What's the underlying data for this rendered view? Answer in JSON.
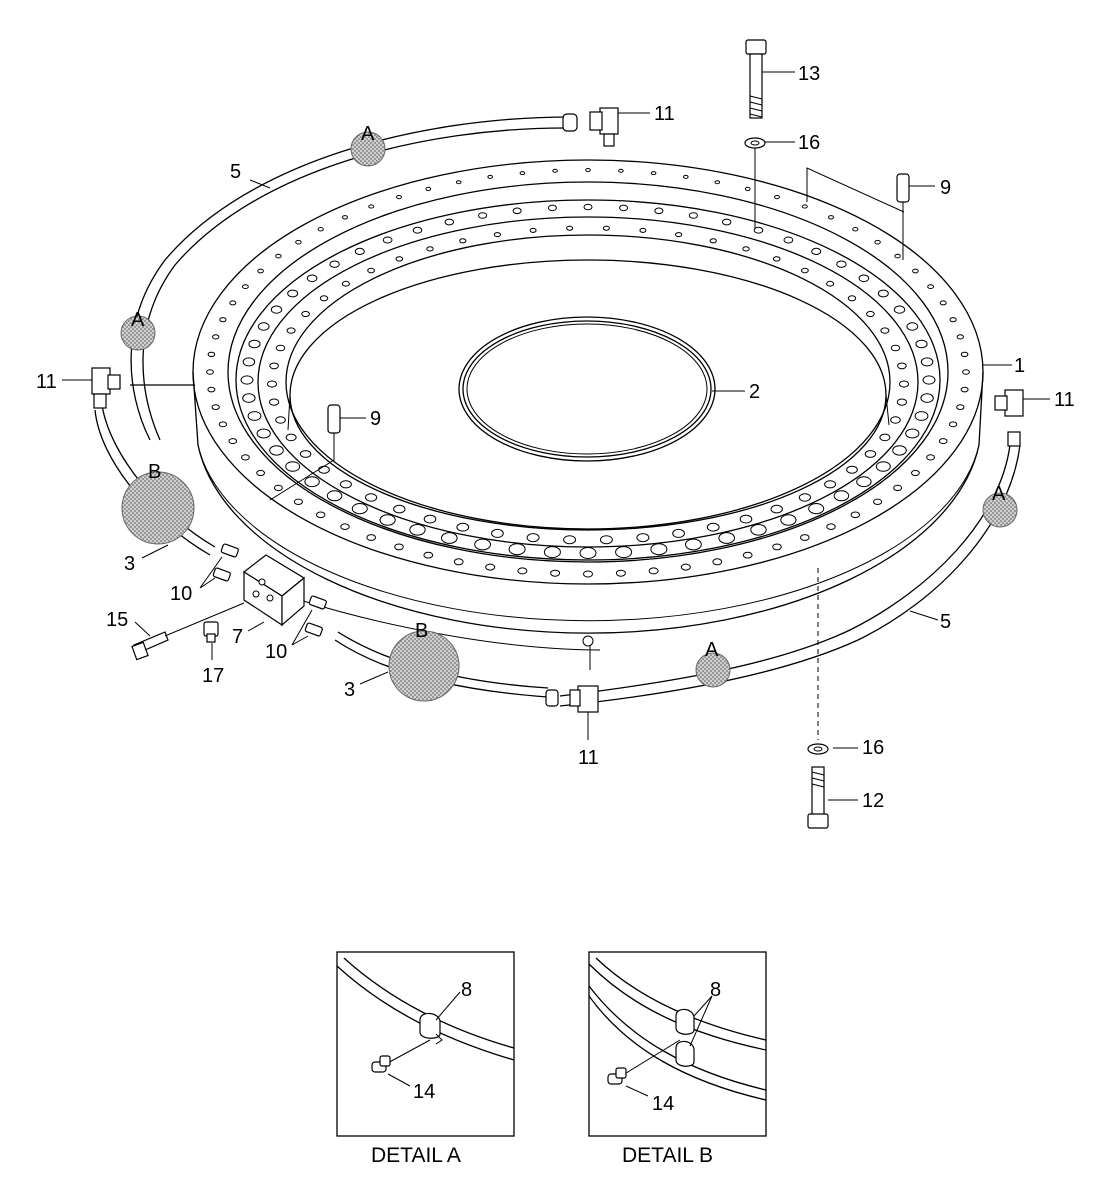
{
  "callouts": {
    "c1": "1",
    "c2": "2",
    "c3a": "3",
    "c3b": "3",
    "c5a": "5",
    "c5b": "5",
    "c7": "7",
    "c9a": "9",
    "c9b": "9",
    "c10a": "10",
    "c10b": "10",
    "c11a": "11",
    "c11b": "11",
    "c11c": "11",
    "c11d": "11",
    "c12": "12",
    "c13": "13",
    "c16a": "16",
    "c16b": "16",
    "c15": "15",
    "c17": "17",
    "c8a": "8",
    "c8b": "8",
    "c14a": "14",
    "c14b": "14"
  },
  "detail_markers": {
    "a1": "A",
    "a2": "A",
    "a3": "A",
    "a4": "A",
    "b1": "B",
    "b2": "B"
  },
  "captions": {
    "detail_a": "DETAIL A",
    "detail_b": "DETAIL B"
  },
  "colors": {
    "ink": "#000000",
    "paper": "#ffffff",
    "stipple": "#9a9a9a"
  }
}
